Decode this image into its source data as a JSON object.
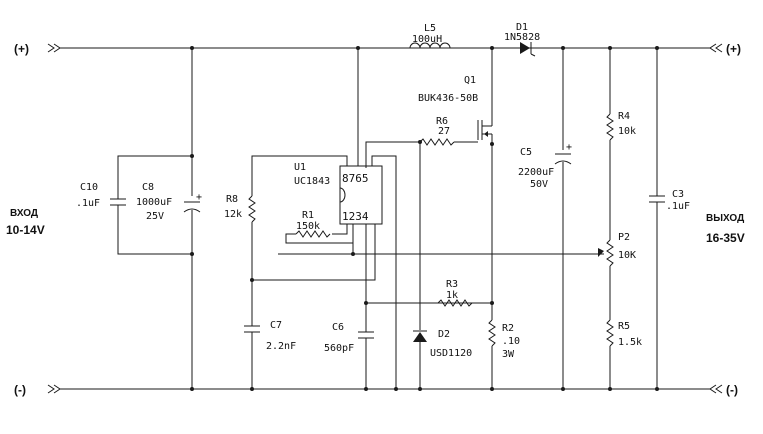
{
  "terminals": {
    "plus_left": "(+)",
    "minus_left": "(-)",
    "plus_right": "(+)",
    "minus_right": "(-)"
  },
  "input": {
    "label": "ВХОД",
    "range": "10-14V"
  },
  "output": {
    "label": "ВЫХОД",
    "range": "16-35V"
  },
  "components": {
    "L5": {
      "ref": "L5",
      "value": "100uH"
    },
    "D1": {
      "ref": "D1",
      "value": "1N5828"
    },
    "Q1": {
      "ref": "Q1",
      "value": "BUK436-50B"
    },
    "R6": {
      "ref": "R6",
      "value": "27"
    },
    "U1": {
      "ref": "U1",
      "value": "UC1843",
      "pins_top": "8765",
      "pins_bottom": "1234"
    },
    "R1": {
      "ref": "R1",
      "value": "150k"
    },
    "R8": {
      "ref": "R8",
      "value": "12k"
    },
    "C10": {
      "ref": "C10",
      "value": ".1uF"
    },
    "C8": {
      "ref": "C8",
      "value": "1000uF",
      "voltage": "25V"
    },
    "C5": {
      "ref": "C5",
      "value": "2200uF",
      "voltage": "50V"
    },
    "R4": {
      "ref": "R4",
      "value": "10k"
    },
    "C3": {
      "ref": "C3",
      "value": ".1uF"
    },
    "P2": {
      "ref": "P2",
      "value": "10K"
    },
    "R3": {
      "ref": "R3",
      "value": "1k"
    },
    "R2": {
      "ref": "R2",
      "value": ".10",
      "power": "3W"
    },
    "R5": {
      "ref": "R5",
      "value": "1.5k"
    },
    "C7": {
      "ref": "C7",
      "value": "2.2nF"
    },
    "C6": {
      "ref": "C6",
      "value": "560pF"
    },
    "D2": {
      "ref": "D2",
      "value": "USD1120"
    }
  }
}
